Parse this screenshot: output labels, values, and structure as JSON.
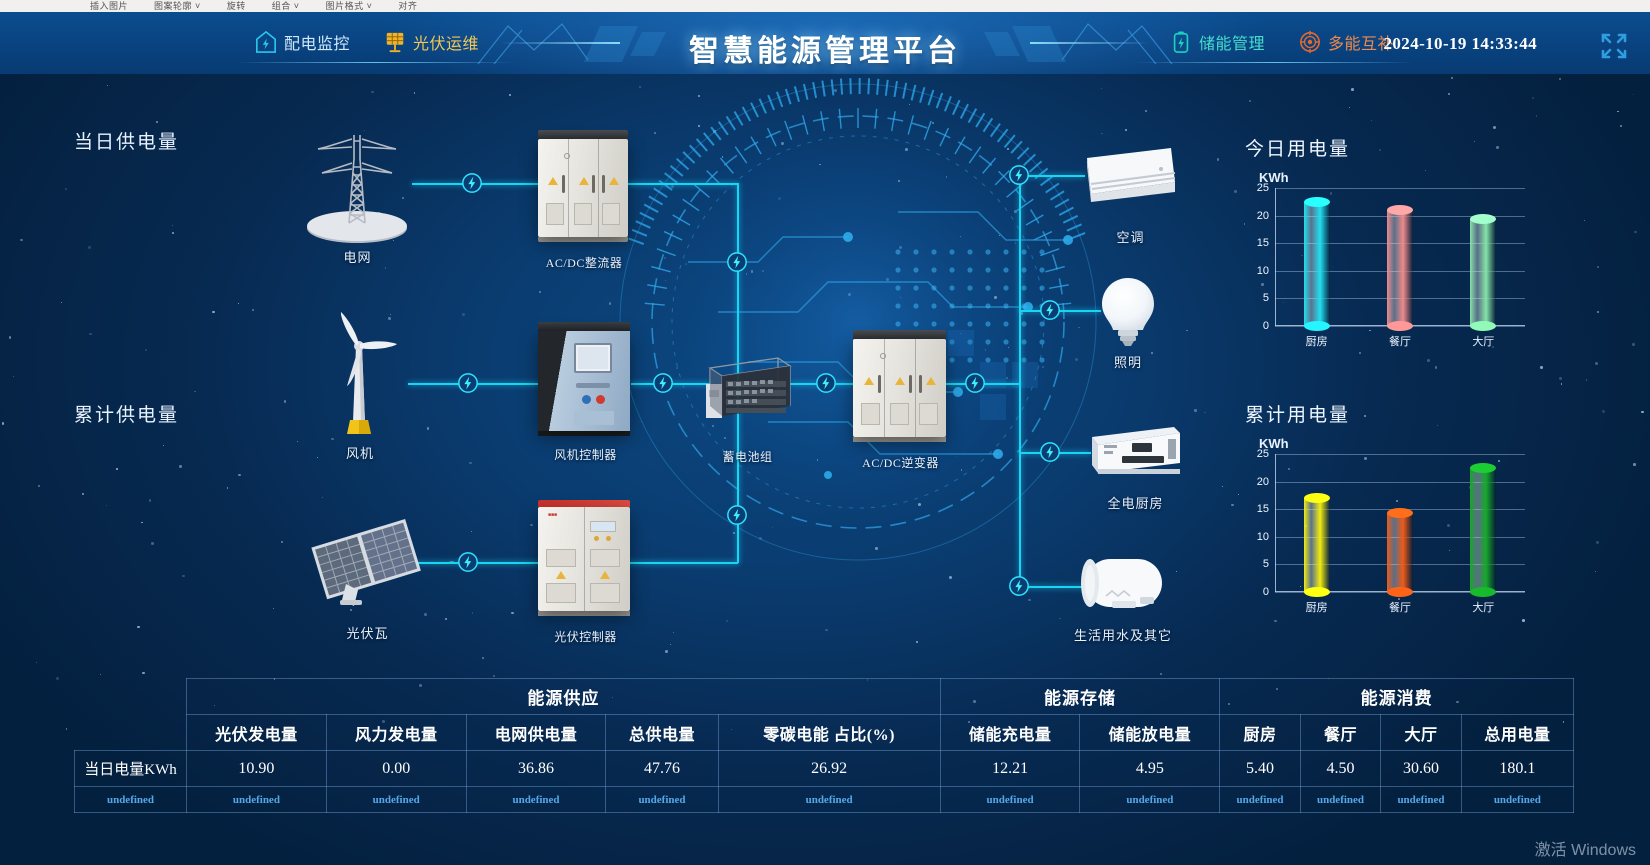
{
  "os_strip": {
    "items": [
      "插入图片",
      "图案轮廓 ˅",
      "旋转",
      "组合 ˅",
      "图片格式 ˅",
      "对齐"
    ]
  },
  "header": {
    "title": "智慧能源管理平台",
    "timestamp": "2024-10-19 14:33:44",
    "nav_left": [
      {
        "label": "配电监控",
        "icon": "power-distribution-icon",
        "color": "#27c6ef"
      },
      {
        "label": "光伏运维",
        "icon": "solar-panel-icon",
        "color": "#f0b429"
      }
    ],
    "nav_right": [
      {
        "label": "储能管理",
        "icon": "battery-storage-icon",
        "color": "#19d3bf"
      },
      {
        "label": "多能互补",
        "icon": "multi-energy-icon",
        "color": "#e8692a"
      }
    ],
    "fullscreen_icon": "fullscreen-icon"
  },
  "side_labels": {
    "today_supply": "当日供电量",
    "total_supply": "累计供电量"
  },
  "diagram": {
    "nodes": [
      {
        "id": "grid",
        "label": "电网",
        "icon": "transmission-tower-icon"
      },
      {
        "id": "wind",
        "label": "风机",
        "icon": "wind-turbine-icon"
      },
      {
        "id": "pv",
        "label": "光伏瓦",
        "icon": "solar-array-icon"
      },
      {
        "id": "rectifier",
        "label": "AC/DC整流器",
        "icon": "cabinet-icon"
      },
      {
        "id": "wind-controller",
        "label": "风机控制器",
        "icon": "controller-cabinet-icon"
      },
      {
        "id": "pv-controller",
        "label": "光伏控制器",
        "icon": "controller-cabinet-icon"
      },
      {
        "id": "battery",
        "label": "蓄电池组",
        "icon": "battery-rack-icon"
      },
      {
        "id": "inverter",
        "label": "AC/DC逆变器",
        "icon": "cabinet-icon"
      },
      {
        "id": "aircon",
        "label": "空调",
        "icon": "air-conditioner-icon"
      },
      {
        "id": "lighting",
        "label": "照明",
        "icon": "lightbulb-icon"
      },
      {
        "id": "kitchen",
        "label": "全电厨房",
        "icon": "kitchen-icon"
      },
      {
        "id": "water",
        "label": "生活用水及其它",
        "icon": "water-heater-icon"
      }
    ]
  },
  "chart_data": [
    {
      "type": "bar",
      "title": "今日用电量",
      "ylabel": "KWh",
      "xlabel": "",
      "categories": [
        "厨房",
        "餐厅",
        "大厅"
      ],
      "values": [
        22.5,
        21.0,
        19.3
      ],
      "ylim": [
        0,
        25
      ],
      "yticks": [
        0,
        5,
        10,
        15,
        20,
        25
      ],
      "colors": [
        "#22dff0",
        "#ef8a8a",
        "#85e3a8"
      ],
      "grid": true,
      "legend": "none"
    },
    {
      "type": "bar",
      "title": "累计用电量",
      "ylabel": "KWh",
      "xlabel": "",
      "categories": [
        "厨房",
        "餐厅",
        "大厅"
      ],
      "values": [
        17.0,
        14.4,
        22.5
      ],
      "ylim": [
        0,
        25
      ],
      "yticks": [
        0,
        5,
        10,
        15,
        20,
        25
      ],
      "colors": [
        "#f2ec10",
        "#ef5a16",
        "#17a82a"
      ],
      "grid": true,
      "legend": "none"
    }
  ],
  "table": {
    "groups": [
      {
        "label": "能源供应",
        "span": 5
      },
      {
        "label": "能源存储",
        "span": 2
      },
      {
        "label": "能源消费",
        "span": 4
      }
    ],
    "corner": "",
    "columns": [
      "光伏发电量",
      "风力发电量",
      "电网供电量",
      "总供电量",
      "零碳电能 占比(%)",
      "储能充电量",
      "储能放电量",
      "厨房",
      "餐厅",
      "大厅",
      "总用电量"
    ],
    "rows": [
      {
        "header": "当日电量KWh",
        "values": [
          "10.90",
          "0.00",
          "36.86",
          "47.76",
          "26.92",
          "12.21",
          "4.95",
          "5.40",
          "4.50",
          "30.60",
          "180.1"
        ]
      },
      {
        "header": "",
        "values": [
          "undefined",
          "undefined",
          "undefined",
          "undefined",
          "undefined",
          "undefined",
          "undefined",
          "undefined",
          "undefined",
          "undefined",
          "undefined"
        ],
        "header_value": "undefined",
        "style": "undefined"
      }
    ]
  },
  "watermark": {
    "line1": "激活 Windows",
    "line2": ""
  },
  "colors": {
    "wire": "#17d6f5",
    "header_bg": "#0a4584",
    "page_bg": "#073b73",
    "accent": "#27c6ef"
  }
}
